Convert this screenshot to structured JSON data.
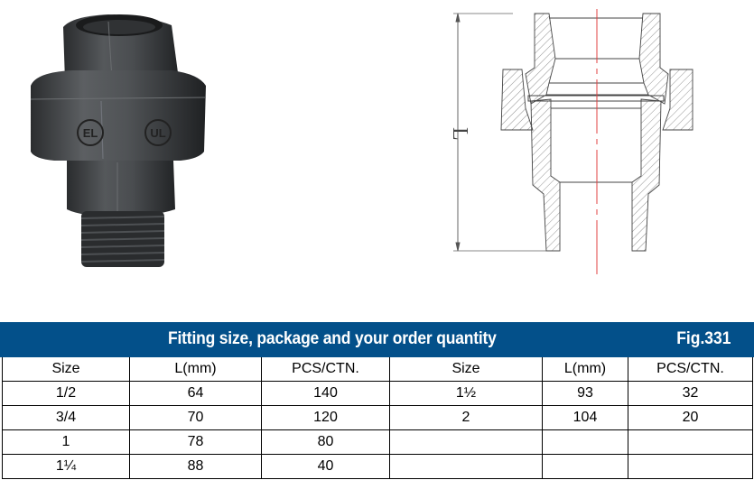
{
  "product": {
    "photo_alt": "black malleable iron union fitting",
    "marks": [
      "EL",
      "UL"
    ],
    "dimension_label": "L"
  },
  "table": {
    "title": "Fitting size, package and your order quantity",
    "fig": "Fig.331",
    "header_color": "#03508a",
    "columns": [
      "Size",
      "L(mm)",
      "PCS/CTN.",
      "Size",
      "L(mm)",
      "PCS/CTN."
    ],
    "rows": [
      [
        "1/2",
        "64",
        "140",
        "1½",
        "93",
        "32"
      ],
      [
        "3/4",
        "70",
        "120",
        "2",
        "104",
        "20"
      ],
      [
        "1",
        "78",
        "80",
        "",
        "",
        ""
      ],
      [
        "1¼",
        "88",
        "40",
        "",
        "",
        ""
      ]
    ]
  }
}
